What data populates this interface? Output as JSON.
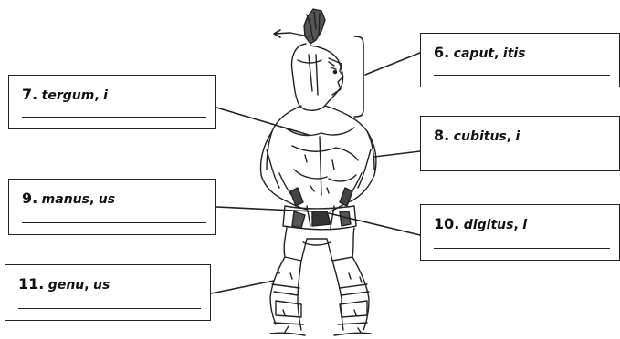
{
  "labels": [
    {
      "id": "b6",
      "number": "6.",
      "term": "caput",
      "separator": ",",
      "declension": "itis"
    },
    {
      "id": "b7",
      "number": "7.",
      "term": "tergum",
      "separator": ",",
      "declension": "i"
    },
    {
      "id": "b8",
      "number": "8.",
      "term": "cubitus",
      "separator": ",",
      "declension": "i"
    },
    {
      "id": "b9",
      "number": "9.",
      "term": "manus",
      "separator": ",",
      "declension": "us"
    },
    {
      "id": "b10",
      "number": "10.",
      "term": "digitus",
      "separator": ",",
      "declension": "i"
    },
    {
      "id": "b11",
      "number": "11.",
      "term": "genu",
      "separator": ",",
      "declension": "us"
    }
  ]
}
